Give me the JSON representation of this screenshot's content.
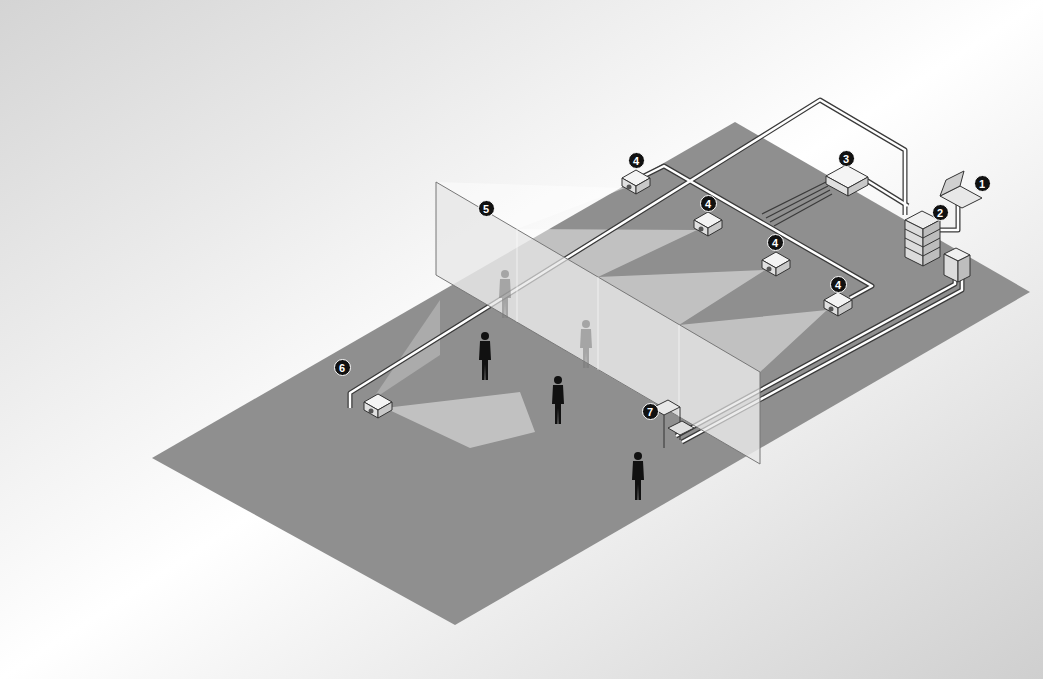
{
  "diagram": {
    "labels": [
      "4",
      "3",
      "1",
      "2",
      "4",
      "5",
      "4",
      "4",
      "6",
      "7"
    ]
  }
}
